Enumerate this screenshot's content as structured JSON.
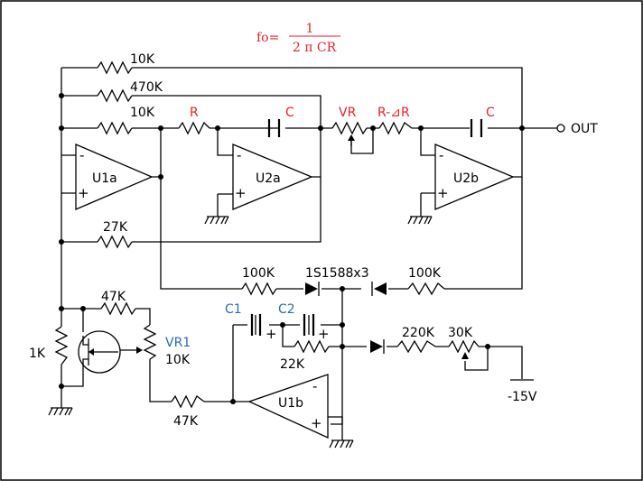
{
  "formula": {
    "lhs": "fo=",
    "numerator": "1",
    "denominator": "2 π CR"
  },
  "labels": {
    "r_top_10k": "10K",
    "r_470k": "470K",
    "r_mid_10k": "10K",
    "r_R": "R",
    "c_1": "C",
    "vr": "VR",
    "r_minus_dr": "R-⊿R",
    "c_2": "C",
    "out": "OUT",
    "u1a": "U1a",
    "u2a": "U2a",
    "u2b": "U2b",
    "r_27k": "27K",
    "r_100k_left": "100K",
    "diodes": "1S1588x3",
    "r_100k_right": "100K",
    "r_47k_top": "47K",
    "c1": "C1",
    "c2": "C2",
    "vr1": "VR1",
    "vr1_value": "10K",
    "r_1k": "1K",
    "r_22k": "22K",
    "r_220k": "220K",
    "r_30k": "30K",
    "r_47k_bottom": "47K",
    "u1b": "U1b",
    "supply": "-15V",
    "minus": "-",
    "plus": "+"
  }
}
